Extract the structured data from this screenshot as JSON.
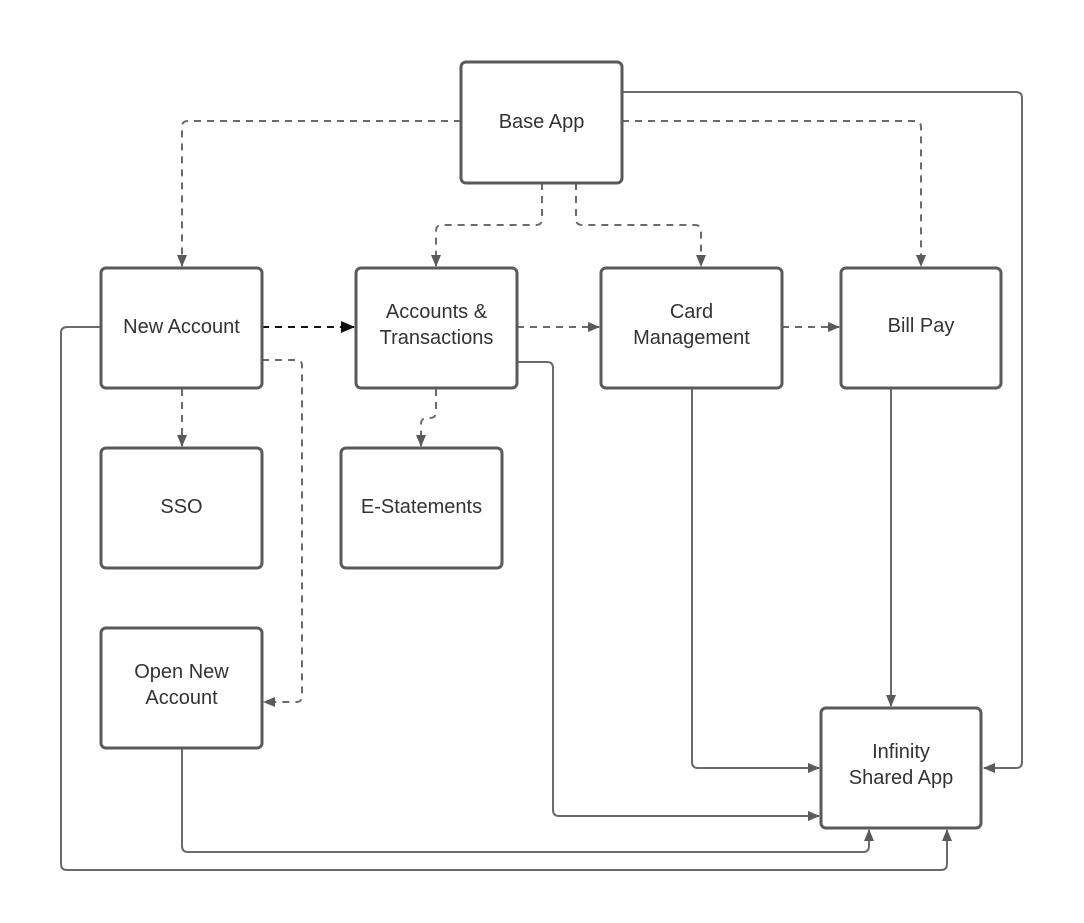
{
  "diagram": {
    "colors": {
      "node_border": "#5a5a5a",
      "line": "#6b6b6b",
      "highlight_line": "#111111",
      "text": "#333333",
      "background": "#ffffff"
    },
    "nodes": {
      "base_app": [
        "Base App"
      ],
      "new_account": [
        "New Account"
      ],
      "accounts_transactions": [
        "Accounts &",
        "Transactions"
      ],
      "card_management": [
        "Card",
        "Management"
      ],
      "bill_pay": [
        "Bill Pay"
      ],
      "sso": [
        "SSO"
      ],
      "e_statements": [
        "E-Statements"
      ],
      "open_new_account": [
        "Open New",
        "Account"
      ],
      "infinity_shared_app": [
        "Infinity",
        "Shared App"
      ]
    },
    "edges": [
      {
        "from": "Base App",
        "to": "New Account",
        "style": "dashed"
      },
      {
        "from": "Base App",
        "to": "Accounts & Transactions",
        "style": "dashed"
      },
      {
        "from": "Base App",
        "to": "Card Management",
        "style": "dashed"
      },
      {
        "from": "Base App",
        "to": "Bill Pay",
        "style": "dashed"
      },
      {
        "from": "Base App",
        "to": "Infinity Shared App",
        "style": "solid"
      },
      {
        "from": "New Account",
        "to": "Accounts & Transactions",
        "style": "dashed-dark"
      },
      {
        "from": "New Account",
        "to": "SSO",
        "style": "dashed"
      },
      {
        "from": "New Account",
        "to": "Open New Account",
        "style": "dashed"
      },
      {
        "from": "New Account",
        "to": "Infinity Shared App",
        "style": "solid"
      },
      {
        "from": "Accounts & Transactions",
        "to": "Card Management",
        "style": "dashed"
      },
      {
        "from": "Accounts & Transactions",
        "to": "E-Statements",
        "style": "dashed"
      },
      {
        "from": "Accounts & Transactions",
        "to": "Infinity Shared App",
        "style": "solid"
      },
      {
        "from": "Card Management",
        "to": "Bill Pay",
        "style": "dashed"
      },
      {
        "from": "Card Management",
        "to": "Infinity Shared App",
        "style": "solid"
      },
      {
        "from": "Bill Pay",
        "to": "Infinity Shared App",
        "style": "solid"
      },
      {
        "from": "Open New Account",
        "to": "Infinity Shared App",
        "style": "solid"
      }
    ]
  }
}
